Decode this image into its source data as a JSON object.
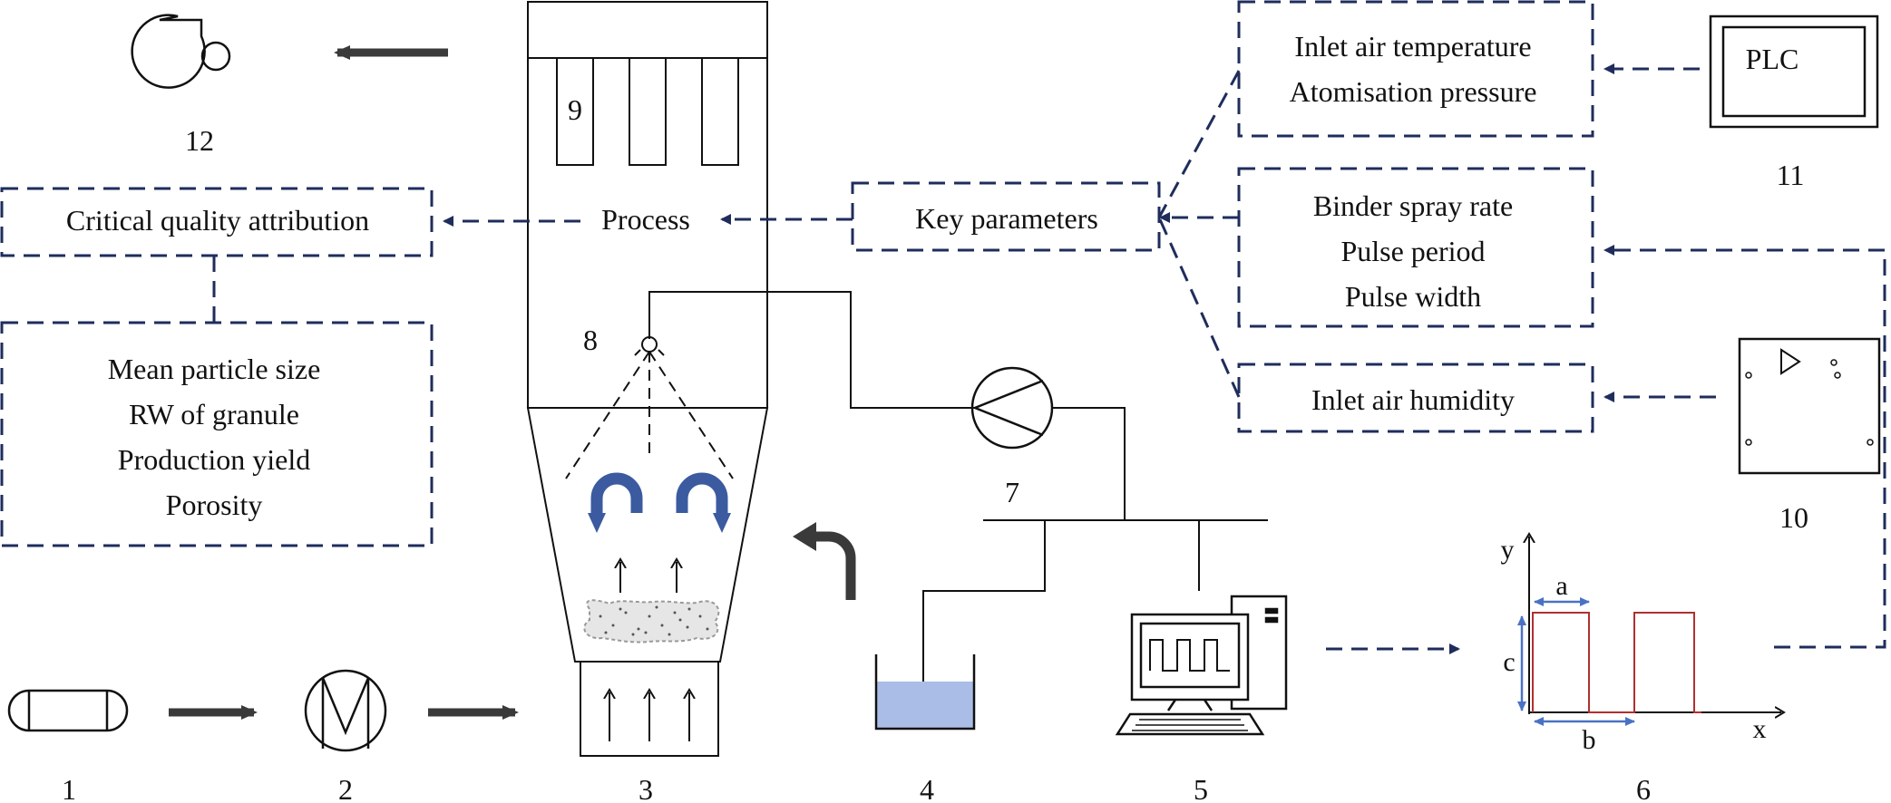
{
  "colors": {
    "line": "#111111",
    "dashed_navy": "#1f2d5c",
    "dark_arrow": "#3a3a3a",
    "swirl_blue": "#3b5aa0",
    "liquid_blue": "#a9bde6",
    "pulse_red": "#b03030",
    "dimension_blue": "#4a72c4",
    "particle_bed": "#e6e6e6"
  },
  "numbers": {
    "n1": "1",
    "n2": "2",
    "n3": "3",
    "n4": "4",
    "n5": "5",
    "n6": "6",
    "n7": "7",
    "n8": "8",
    "n9": "9",
    "n10": "10",
    "n11": "11",
    "n12": "12"
  },
  "labels": {
    "process": "Process",
    "key_parameters": "Key parameters",
    "critical_quality": "Critical quality attribution",
    "quality_items": [
      "Mean particle size",
      "RW of granule",
      "Production yield",
      "Porosity"
    ],
    "param_group_1": [
      "Inlet air temperature",
      "Atomisation pressure"
    ],
    "param_group_2": [
      "Binder spray rate",
      "Pulse period",
      "Pulse width"
    ],
    "param_group_3": [
      "Inlet air humidity"
    ],
    "plc": "PLC"
  },
  "pulse_chart": {
    "y_label": "y",
    "x_label": "x",
    "dim_a": "a",
    "dim_b": "b",
    "dim_c": "c"
  },
  "icons": [
    "blower-icon",
    "filter-vessel-icon",
    "heater-icon",
    "pump-icon",
    "computer-icon",
    "humidity-sensor-icon",
    "plc-icon",
    "spray-nozzle-icon"
  ]
}
